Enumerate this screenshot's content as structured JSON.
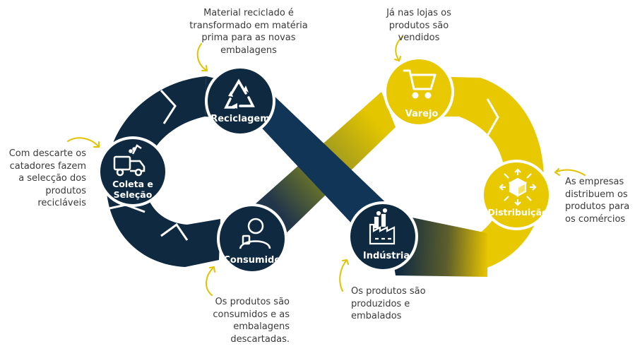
{
  "colors": {
    "navy": "#0f2a40",
    "navy_light": "#1d3f5c",
    "olive": "#8a8528",
    "yellow": "#e8c800",
    "yellow_light": "#f2d62a",
    "arrow": "#e3c200",
    "caption_text": "#3a3a3a",
    "label_text": "#ffffff"
  },
  "nodes": {
    "reciclagem": {
      "label": "Reciclagem",
      "icon": "recycle-icon"
    },
    "coleta": {
      "label_line1": "Coleta e",
      "label_line2": "Seleção",
      "icon": "garbage-truck-icon"
    },
    "consumidor": {
      "label": "Consumidor",
      "icon": "consumer-icon"
    },
    "varejo": {
      "label": "Varejo",
      "icon": "shopping-cart-icon"
    },
    "distribuicao": {
      "label": "Distribuição",
      "icon": "distribution-box-icon"
    },
    "industria": {
      "label": "Indústria",
      "icon": "factory-icon"
    }
  },
  "captions": {
    "reciclagem": [
      "Material reciclado é",
      "transformado em matéria",
      "prima para as novas",
      "embalagens"
    ],
    "coleta": [
      "Com descarte os",
      "catadores fazem",
      "a selecção dos",
      "produtos",
      "recicláveis"
    ],
    "consumidor": [
      "Os produtos são",
      "consumidos e as",
      "embalagens",
      "descartadas."
    ],
    "varejo": [
      "Já nas lojas os",
      "produtos são",
      "vendidos"
    ],
    "distribuicao": [
      "As empresas",
      "distribuem os",
      "produtos para",
      "os comércios"
    ],
    "industria": [
      "Os produtos são",
      "produzidos e",
      "embalados"
    ]
  }
}
